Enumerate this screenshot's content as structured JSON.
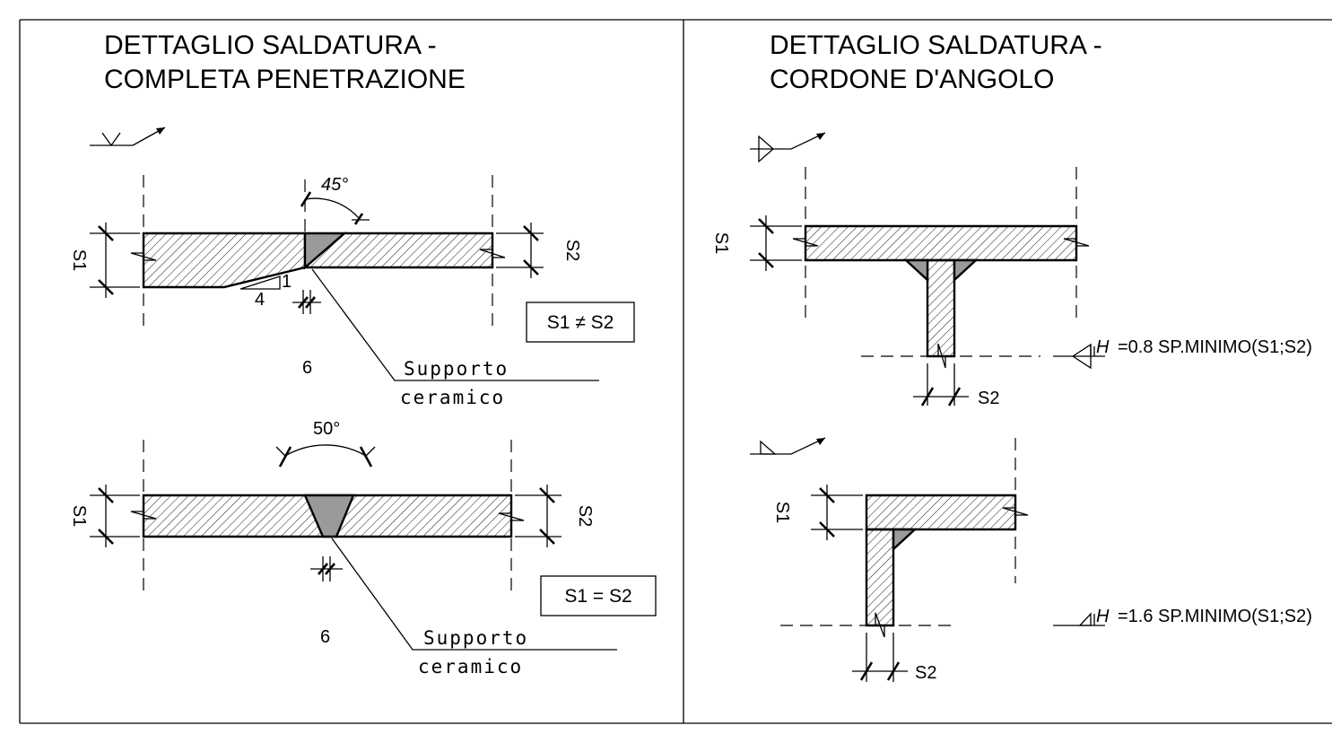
{
  "left_panel": {
    "title_line1": "DETTAGLIO SALDATURA -",
    "title_line2": "COMPLETA PENETRAZIONE",
    "detail_a": {
      "angle": "45°",
      "dim_left": "S1",
      "dim_right": "S2",
      "slope_rise": "1",
      "slope_run": "4",
      "gap": "6",
      "condition": "S1 ≠ S2",
      "support_line1": "Supporto",
      "support_line2": "ceramico"
    },
    "detail_b": {
      "angle": "50°",
      "dim_left": "S1",
      "dim_right": "S2",
      "gap": "6",
      "condition": "S1 = S2",
      "support_line1": "Supporto",
      "support_line2": "ceramico"
    }
  },
  "right_panel": {
    "title_line1": "DETTAGLIO SALDATURA -",
    "title_line2": "CORDONE D'ANGOLO",
    "detail_a": {
      "dim_flange": "S1",
      "dim_web": "S2",
      "weld_letter": "H",
      "weld_formula": "=0.8  SP.MINIMO(S1;S2)"
    },
    "detail_b": {
      "dim_flange": "S1",
      "dim_web": "S2",
      "weld_letter": "H",
      "weld_formula": "=1.6  SP.MINIMO(S1;S2)"
    }
  },
  "colors": {
    "line": "#000000",
    "weld_fill": "#9a9a9a",
    "background": "#ffffff"
  }
}
